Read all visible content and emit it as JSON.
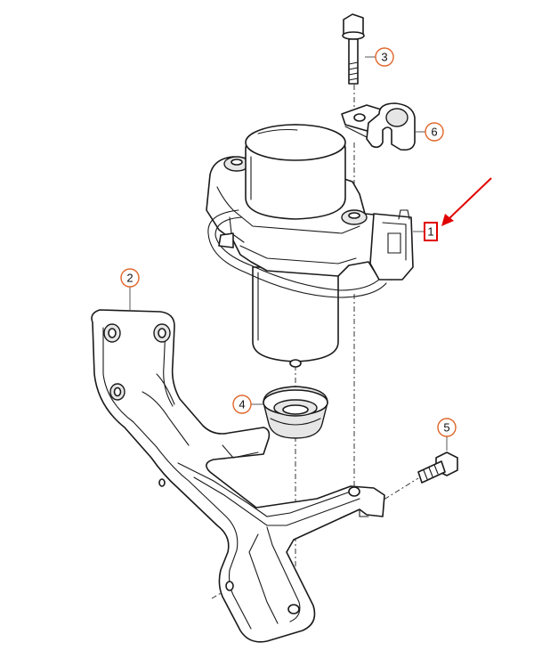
{
  "callouts": {
    "c1": "1",
    "c2": "2",
    "c3": "3",
    "c4": "4",
    "c5": "5",
    "c6": "6"
  },
  "colors": {
    "callout_ring": "#e0662a",
    "highlight": "#e00000",
    "line": "#1a1a1a"
  }
}
